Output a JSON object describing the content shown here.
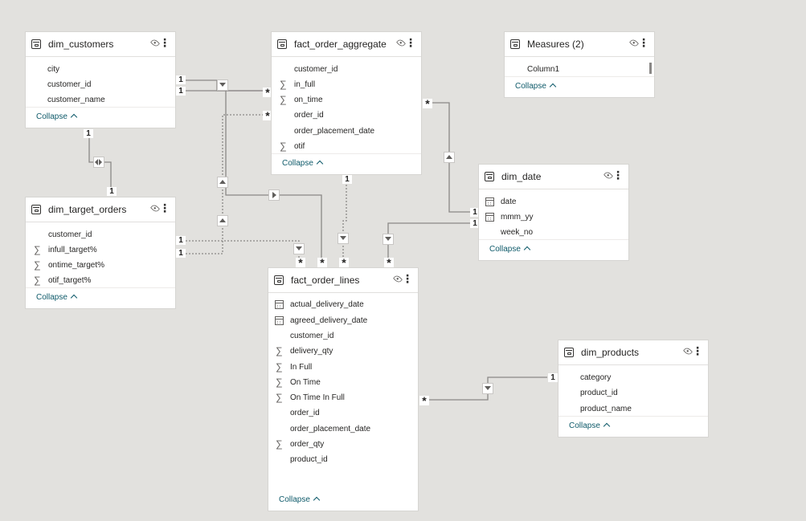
{
  "tables": {
    "dim_customers": {
      "title": "dim_customers",
      "fields": [
        "city",
        "customer_id",
        "customer_name"
      ],
      "collapse": "Collapse"
    },
    "fact_order_aggregate": {
      "title": "fact_order_aggregate",
      "fields": [
        "customer_id",
        "in_full",
        "on_time",
        "order_id",
        "order_placement_date",
        "otif"
      ],
      "collapse": "Collapse"
    },
    "measures": {
      "title": "Measures (2)",
      "fields": [
        "Column1"
      ],
      "collapse": "Collapse"
    },
    "dim_target_orders": {
      "title": "dim_target_orders",
      "fields": [
        "customer_id",
        "infull_target%",
        "ontime_target%",
        "otif_target%"
      ],
      "collapse": "Collapse"
    },
    "dim_date": {
      "title": "dim_date",
      "fields": [
        "date",
        "mmm_yy",
        "week_no"
      ],
      "collapse": "Collapse"
    },
    "fact_order_lines": {
      "title": "fact_order_lines",
      "fields": [
        "actual_delivery_date",
        "agreed_delivery_date",
        "customer_id",
        "delivery_qty",
        "In Full",
        "On Time",
        "On Time In Full",
        "order_id",
        "order_placement_date",
        "order_qty",
        "product_id"
      ],
      "collapse": "Collapse"
    },
    "dim_products": {
      "title": "dim_products",
      "fields": [
        "category",
        "product_id",
        "product_name"
      ],
      "collapse": "Collapse"
    }
  },
  "cardinality": {
    "one": "1",
    "many": "*"
  },
  "icons": {
    "table": "table-icon",
    "visibility": "eye-icon",
    "more": "more-options-icon",
    "sum": "sigma-icon",
    "date": "calendar-icon",
    "collapse": "chevron-up-icon"
  },
  "colors": {
    "canvas": "#e2e1de",
    "card": "#ffffff",
    "link": "#0e5a6a",
    "line": "#8a8886"
  }
}
